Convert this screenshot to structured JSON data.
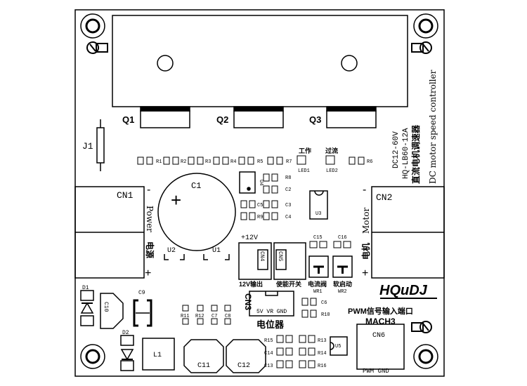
{
  "silkscreen": {
    "q1": "Q1",
    "q2": "Q2",
    "q3": "Q3",
    "j1": "J1",
    "cn1": "CN1",
    "cn2": "CN2",
    "cn3": "CN3",
    "cn4": "CN4",
    "cn5": "CN5",
    "cn6": "CN6",
    "c1": "C1",
    "c2": "C2",
    "c3": "C3",
    "c4": "C4",
    "c5": "C5",
    "c6": "C6",
    "c7": "C7",
    "c8": "C8",
    "c9": "C9",
    "c10": "C10",
    "c11": "C11",
    "c12": "C12",
    "c13": "C13",
    "c14": "C14",
    "c15": "C15",
    "c16": "C16",
    "r1": "R1",
    "r2": "R2",
    "r3": "R3",
    "r4": "R4",
    "r5": "R5",
    "r6": "R6",
    "r7": "R7",
    "r8": "R8",
    "r9": "R9",
    "r10": "R10",
    "r11": "R11",
    "r12": "R12",
    "r13": "R13",
    "r14": "R14",
    "r15": "R15",
    "r16": "R16",
    "u1": "U1",
    "u2": "U2",
    "u3": "U3",
    "u4": "U4",
    "u5": "U5",
    "d1": "D1",
    "d2": "D2",
    "l1": "L1",
    "wr1": "WR1",
    "wr2": "WR2",
    "led1": "LED1",
    "led2": "LED2",
    "led1_zh": "工作",
    "led2_zh": "过流",
    "minus": "-",
    "plus": "+",
    "power": "Power",
    "power_zh": "电源",
    "motor": "Motor",
    "motor_zh": "电机",
    "v12": "+12V",
    "out12v": "12V输出",
    "enable": "使能开关",
    "current_limit": "电流阀",
    "soft_start": "软启动",
    "cn3_pins": "5V VR GND",
    "pot": "电位器",
    "pwm_in": "PWM信号输入端口",
    "mach3": "MACH3",
    "cn6_pins": "PWM   GND",
    "brand": "HQuDJ",
    "side_voltage": "DC12-60V",
    "side_model": "HQ-LB60-12A",
    "side_title_zh": "直流电机调速器",
    "side_title_en": "DC motor speed controller"
  }
}
